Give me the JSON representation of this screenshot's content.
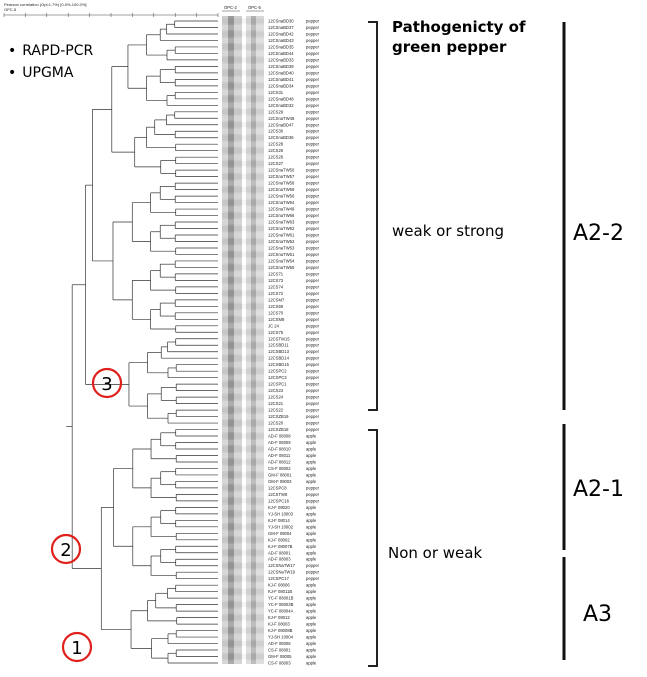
{
  "header": {
    "small_text_1": "Pearson correlation (Opt:1.7%) [0.0%-100.0%]",
    "small_text_2": "OPC-5",
    "gel_1": "OPC-2",
    "gel_2": "OPC-5"
  },
  "methods": [
    "RAPD-PCR",
    "UPGMA"
  ],
  "annotations": {
    "title_line1": "Pathogenicty of",
    "title_line2": "green pepper",
    "group_weak_strong": "weak or strong",
    "group_non_weak": "Non or weak"
  },
  "groups": [
    "A2-2",
    "A2-1",
    "A3"
  ],
  "nodes": [
    "3",
    "2",
    "1"
  ],
  "samples": [
    {
      "id": "12CSnaBD30",
      "host": "pepper"
    },
    {
      "id": "12CSnaBD37",
      "host": "pepper"
    },
    {
      "id": "12CSnaBD42",
      "host": "pepper"
    },
    {
      "id": "12CSnaBD43",
      "host": "pepper"
    },
    {
      "id": "12CSnaBD35",
      "host": "pepper"
    },
    {
      "id": "12CSnaBD44",
      "host": "pepper"
    },
    {
      "id": "12CSnaBD33",
      "host": "pepper"
    },
    {
      "id": "12CSnaBD39",
      "host": "pepper"
    },
    {
      "id": "12CSnaBD40",
      "host": "pepper"
    },
    {
      "id": "12CSnaBD41",
      "host": "pepper"
    },
    {
      "id": "12CSnaBD34",
      "host": "pepper"
    },
    {
      "id": "12CS31",
      "host": "pepper"
    },
    {
      "id": "12CSnaBD48",
      "host": "pepper"
    },
    {
      "id": "12CSnaBD32",
      "host": "pepper"
    },
    {
      "id": "12CS29",
      "host": "pepper"
    },
    {
      "id": "12CSnaTW48",
      "host": "pepper"
    },
    {
      "id": "12CSnaBD47",
      "host": "pepper"
    },
    {
      "id": "12CS30",
      "host": "pepper"
    },
    {
      "id": "12CSnaBD36",
      "host": "pepper"
    },
    {
      "id": "12CS28",
      "host": "pepper"
    },
    {
      "id": "12CS25",
      "host": "pepper"
    },
    {
      "id": "12CS26",
      "host": "pepper"
    },
    {
      "id": "12CS27",
      "host": "pepper"
    },
    {
      "id": "12CSnaTW50",
      "host": "pepper"
    },
    {
      "id": "12CSnaTW57",
      "host": "pepper"
    },
    {
      "id": "12CSnaTW58",
      "host": "pepper"
    },
    {
      "id": "12CSnaTW59",
      "host": "pepper"
    },
    {
      "id": "12CSnaTW56",
      "host": "pepper"
    },
    {
      "id": "12CSnaTW64",
      "host": "pepper"
    },
    {
      "id": "12CSnaTW49",
      "host": "pepper"
    },
    {
      "id": "12CSnaTW66",
      "host": "pepper"
    },
    {
      "id": "12CSnaTW63",
      "host": "pepper"
    },
    {
      "id": "12CSnaTW62",
      "host": "pepper"
    },
    {
      "id": "12CSnaTW61",
      "host": "pepper"
    },
    {
      "id": "12CSnaTW52",
      "host": "pepper"
    },
    {
      "id": "12CSnaTW53",
      "host": "pepper"
    },
    {
      "id": "12CSnaTW51",
      "host": "pepper"
    },
    {
      "id": "12CSnaTW54",
      "host": "pepper"
    },
    {
      "id": "12CSnaTW55",
      "host": "pepper"
    },
    {
      "id": "12CS71",
      "host": "pepper"
    },
    {
      "id": "12CS73",
      "host": "pepper"
    },
    {
      "id": "12CS74",
      "host": "pepper"
    },
    {
      "id": "12CS72",
      "host": "pepper"
    },
    {
      "id": "12CSM7",
      "host": "pepper"
    },
    {
      "id": "12CS69",
      "host": "pepper"
    },
    {
      "id": "12CS70",
      "host": "pepper"
    },
    {
      "id": "12CSM8",
      "host": "pepper"
    },
    {
      "id": "JC 24",
      "host": "pepper"
    },
    {
      "id": "12CS75",
      "host": "pepper"
    },
    {
      "id": "12CSTW15",
      "host": "pepper"
    },
    {
      "id": "12CSBD11",
      "host": "pepper"
    },
    {
      "id": "12CSBD13",
      "host": "pepper"
    },
    {
      "id": "12CSBD14",
      "host": "pepper"
    },
    {
      "id": "12CSBD15",
      "host": "pepper"
    },
    {
      "id": "12CSPC2",
      "host": "pepper"
    },
    {
      "id": "12CSPC3",
      "host": "pepper"
    },
    {
      "id": "12CSPC1",
      "host": "pepper"
    },
    {
      "id": "12CS23",
      "host": "pepper"
    },
    {
      "id": "12CS24",
      "host": "pepper"
    },
    {
      "id": "12CS21",
      "host": "pepper"
    },
    {
      "id": "12CS22",
      "host": "pepper"
    },
    {
      "id": "12CSZB19",
      "host": "pepper"
    },
    {
      "id": "12CS20",
      "host": "pepper"
    },
    {
      "id": "12CSZB18",
      "host": "pepper"
    },
    {
      "id": "AD-F 08008",
      "host": "apple"
    },
    {
      "id": "AD-F 08009",
      "host": "apple"
    },
    {
      "id": "AD-F 08010",
      "host": "apple"
    },
    {
      "id": "AD-F 08011",
      "host": "apple"
    },
    {
      "id": "AD-F 08012",
      "host": "apple"
    },
    {
      "id": "CS-F 08002",
      "host": "apple"
    },
    {
      "id": "GM-F 08001",
      "host": "apple"
    },
    {
      "id": "GM-F 08003",
      "host": "apple"
    },
    {
      "id": "12CSPC8",
      "host": "pepper"
    },
    {
      "id": "12CSTW8",
      "host": "pepper"
    },
    {
      "id": "12CSPC16",
      "host": "pepper"
    },
    {
      "id": "KJ-F 08020",
      "host": "apple"
    },
    {
      "id": "YJ-SH 10003",
      "host": "apple"
    },
    {
      "id": "KJ-F 08014",
      "host": "apple"
    },
    {
      "id": "YJ-SH 10002",
      "host": "apple"
    },
    {
      "id": "GM-F 08004",
      "host": "apple"
    },
    {
      "id": "KJ-F 08002",
      "host": "apple"
    },
    {
      "id": "KJ-F 08007B",
      "host": "apple"
    },
    {
      "id": "AD-F 08001",
      "host": "apple"
    },
    {
      "id": "AD-F 08003",
      "host": "apple"
    },
    {
      "id": "12CSNaTW17",
      "host": "pepper"
    },
    {
      "id": "12CSNaTW19",
      "host": "pepper"
    },
    {
      "id": "12CSPC17",
      "host": "pepper"
    },
    {
      "id": "KJ-F 08006",
      "host": "apple"
    },
    {
      "id": "KJ-F 08011B",
      "host": "apple"
    },
    {
      "id": "YC-F 08001B",
      "host": "apple"
    },
    {
      "id": "YC-F 08003B",
      "host": "apple"
    },
    {
      "id": "YC-F 08004A",
      "host": "apple"
    },
    {
      "id": "KJ-F 08012",
      "host": "apple"
    },
    {
      "id": "KJ-F 08003",
      "host": "apple"
    },
    {
      "id": "KJ-F 08008B",
      "host": "apple"
    },
    {
      "id": "YJ-SH 10004",
      "host": "apple"
    },
    {
      "id": "AD-F 08006",
      "host": "apple"
    },
    {
      "id": "CS-F 08001",
      "host": "apple"
    },
    {
      "id": "GM-F 08005",
      "host": "apple"
    },
    {
      "id": "CS-F 08003",
      "host": "apple"
    }
  ]
}
